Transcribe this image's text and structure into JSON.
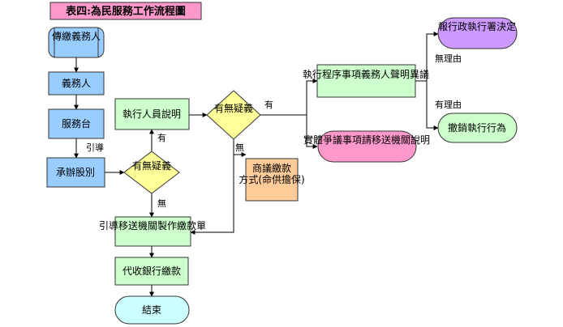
{
  "diagram": {
    "title": "表四:為民服務工作流程圖",
    "colors": {
      "title_bg": "#FF99CC",
      "blue": "#99CCFF",
      "green": "#CCFFCC",
      "yellow": "#FFFF99",
      "orange": "#FFCC99",
      "pink": "#FF99CC",
      "purple": "#CC99FF",
      "light_green": "#CCFFCC",
      "light_cyan": "#CCFFFF"
    },
    "nodes": {
      "n1": "傳繳義務人",
      "n2": "義務人",
      "n3": "服務台",
      "n4": "承辦股別",
      "d1": "有無疑義",
      "n5": "執行人員說明",
      "d2": "有無疑義",
      "n6": "商議繳款方式(命供擔保)",
      "n7": "引導移送機關製作繳款單",
      "n8": "代收銀行繳款",
      "n9": "結束",
      "n10": "執行程序事項義務人聲明異議",
      "n11": "實體爭議事項請移送機關說明",
      "n12": "報行政執行署決定",
      "n13": "撤銷執行行為"
    },
    "edge_labels": {
      "guide": "引導",
      "d1_yes": "有",
      "d1_no": "無",
      "d2_yes": "有",
      "d2_no": "無",
      "unreasonable": "無理由",
      "reasonable": "有理由"
    }
  }
}
